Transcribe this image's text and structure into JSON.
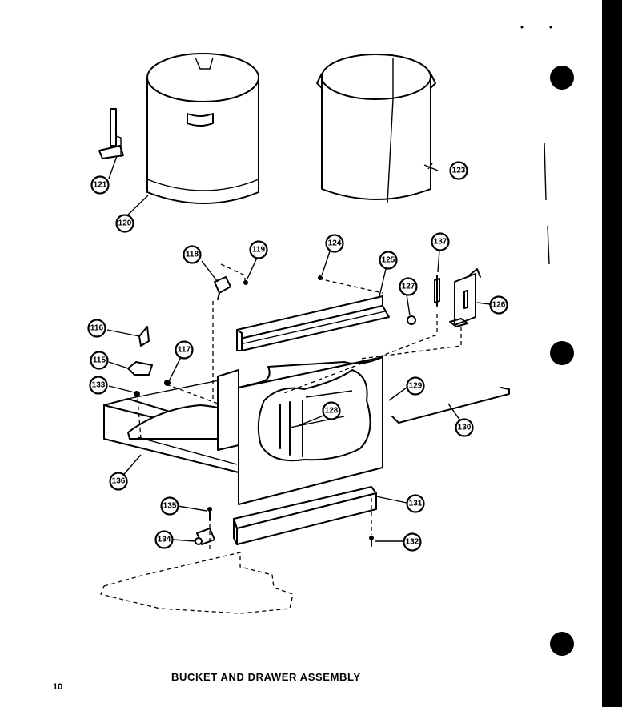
{
  "title": "BUCKET AND DRAWER ASSEMBLY",
  "page_number": "10",
  "callouts": [
    "116",
    "115",
    "133",
    "136",
    "121",
    "120",
    "118",
    "119",
    "117",
    "124",
    "125",
    "127",
    "137",
    "126",
    "128",
    "129",
    "130",
    "123",
    "135",
    "134",
    "131",
    "132"
  ]
}
